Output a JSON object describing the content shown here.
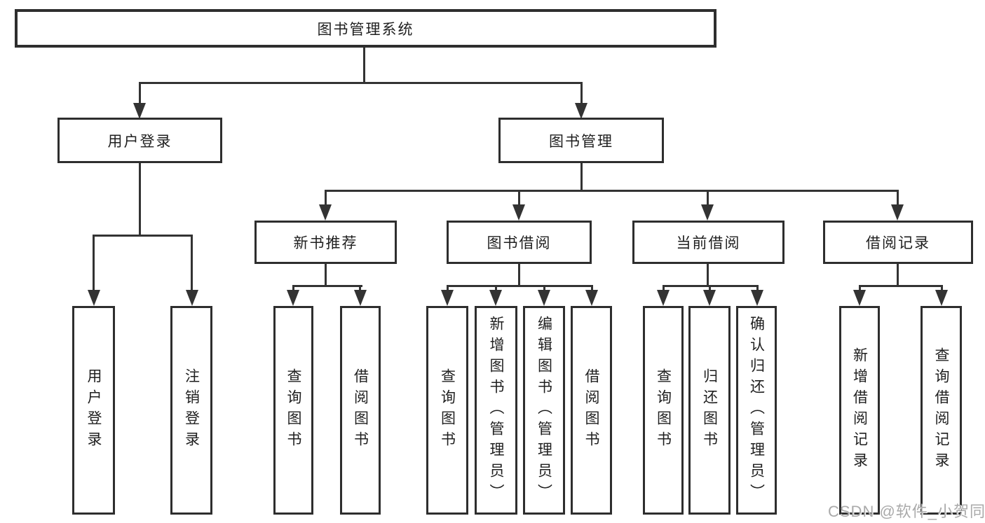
{
  "tree": {
    "root": {
      "label": "图书管理系统",
      "children": [
        {
          "label": "用户登录",
          "children": [
            {
              "label": "用户登录"
            },
            {
              "label": "注销登录"
            }
          ]
        },
        {
          "label": "图书管理",
          "children": [
            {
              "label": "新书推荐",
              "children": [
                {
                  "label": "查询图书"
                },
                {
                  "label": "借阅图书"
                }
              ]
            },
            {
              "label": "图书借阅",
              "children": [
                {
                  "label": "查询图书"
                },
                {
                  "label": "新增图书（管理员）"
                },
                {
                  "label": "编辑图书（管理员）"
                },
                {
                  "label": "借阅图书"
                }
              ]
            },
            {
              "label": "当前借阅",
              "children": [
                {
                  "label": "查询图书"
                },
                {
                  "label": "归还图书"
                },
                {
                  "label": "确认归还（管理员）"
                }
              ]
            },
            {
              "label": "借阅记录",
              "children": [
                {
                  "label": "新增借阅记录"
                },
                {
                  "label": "查询借阅记录"
                }
              ]
            }
          ]
        }
      ]
    }
  },
  "watermark": {
    "text": "CSDN @软件_小贺同学"
  },
  "colors": {
    "line": "#333333",
    "box_border": "#2e2e2e",
    "text": "#1f1f1f",
    "background": "#ffffff",
    "watermark": "#aaaaaa"
  }
}
